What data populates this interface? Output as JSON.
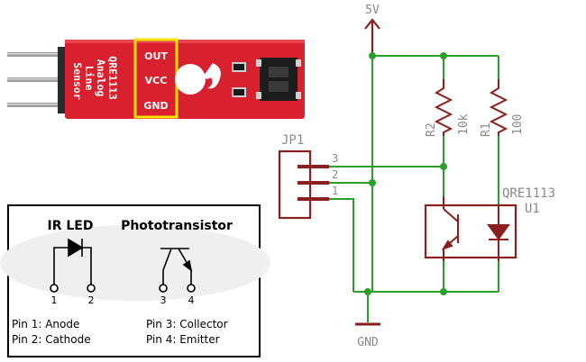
{
  "board": {
    "name_lines": [
      "QRE1113",
      "Analog",
      "Line",
      "Sensor"
    ],
    "pin_labels": [
      "OUT",
      "VCC",
      "GND"
    ],
    "highlight_color": "#f5e400",
    "pcb_color": "#d9202e"
  },
  "legend": {
    "ir_led_title": "IR LED",
    "phototransistor_title": "Phototransistor",
    "pin_numbers": [
      "1",
      "2",
      "3",
      "4"
    ],
    "pin1": "Pin 1: Anode",
    "pin2": "Pin 2: Cathode",
    "pin3": "Pin 3: Collector",
    "pin4": "Pin 4: Emitter"
  },
  "schematic": {
    "supply_label": "5V",
    "ground_label": "GND",
    "connector_label": "JP1",
    "connector_pins": [
      "3",
      "2",
      "1"
    ],
    "r2_label": "R2",
    "r2_value": "10k",
    "r1_label": "R1",
    "r1_value": "100",
    "ic_part": "QRE1113",
    "ic_ref": "U1",
    "wire_color": "#2aa02a",
    "symbol_color": "#8b1e1e",
    "label_color": "#8a8a8a"
  }
}
